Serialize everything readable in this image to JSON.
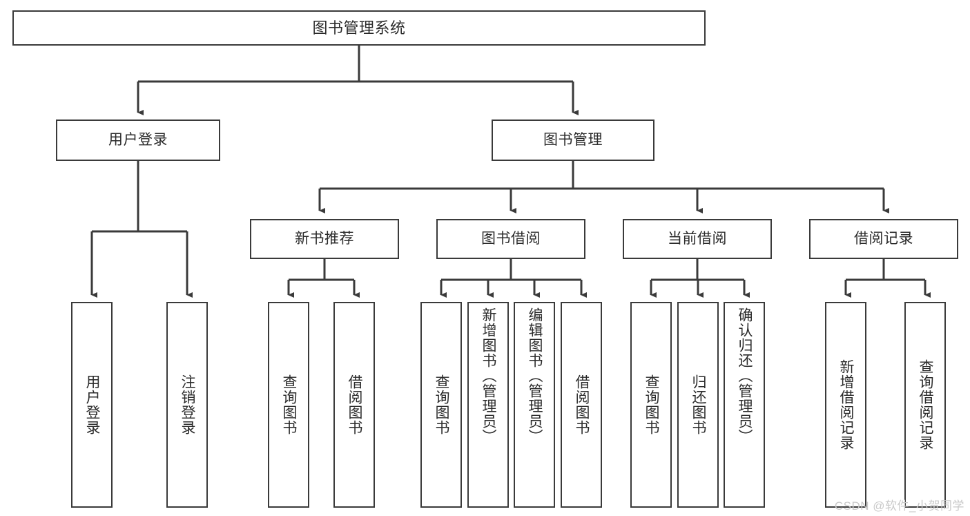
{
  "diagram": {
    "title_node": {
      "label": "图书管理系统"
    },
    "level1": [
      {
        "label": "用户登录"
      },
      {
        "label": "图书管理"
      }
    ],
    "level2": [
      {
        "label": "新书推荐"
      },
      {
        "label": "图书借阅"
      },
      {
        "label": "当前借阅"
      },
      {
        "label": "借阅记录"
      }
    ],
    "leaves": {
      "user_login": [
        {
          "label": "用户登录"
        },
        {
          "label": "注销登录"
        }
      ],
      "new_book_recommend": [
        {
          "label": "查询图书"
        },
        {
          "label": "借阅图书"
        }
      ],
      "book_borrow": [
        {
          "label": "查询图书"
        },
        {
          "label": "新增图书（管理员）"
        },
        {
          "label": "编辑图书（管理员）"
        },
        {
          "label": "借阅图书"
        }
      ],
      "current_borrow": [
        {
          "label": "查询图书"
        },
        {
          "label": "归还图书"
        },
        {
          "label": "确认归还（管理员）"
        }
      ],
      "borrow_records": [
        {
          "label": "新增借阅记录"
        },
        {
          "label": "查询借阅记录"
        }
      ]
    }
  },
  "watermark": {
    "text": "CSDN @软件_小贺同学"
  },
  "colors": {
    "stroke": "#3a3a3a",
    "text": "#2b2b2b",
    "background": "#ffffff",
    "watermark": "#c9c9c9"
  }
}
